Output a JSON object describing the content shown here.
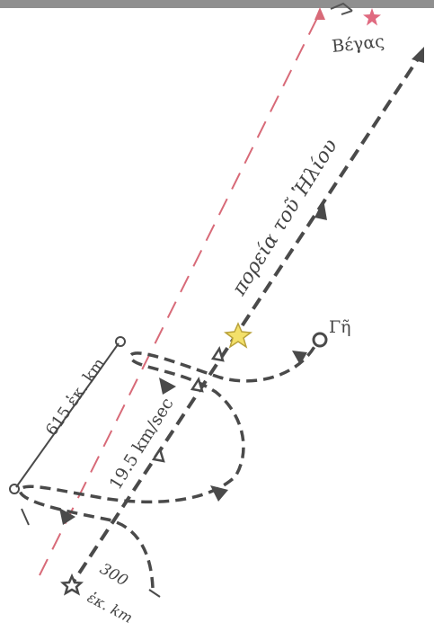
{
  "labels": {
    "vega": "Βέγας",
    "sun_path": "πορεία τοῦ Ἡλίου",
    "earth": "Γῆ",
    "distance_615": "615 ἑκ. km",
    "speed": "19.5 km/sec",
    "distance_300": "300",
    "distance_300_unit": "ἑκ. km"
  },
  "colors": {
    "sun_path": "#4a4a4a",
    "vega_direction": "#d86a78",
    "earth_orbit": "#4a4a4a",
    "sun_star": "#f3e06a",
    "vega_star": "#e06a80",
    "top_bar": "#8f8f8f"
  },
  "icons": {
    "sun": "star-icon",
    "vega": "star-icon",
    "earth": "circle-icon"
  }
}
